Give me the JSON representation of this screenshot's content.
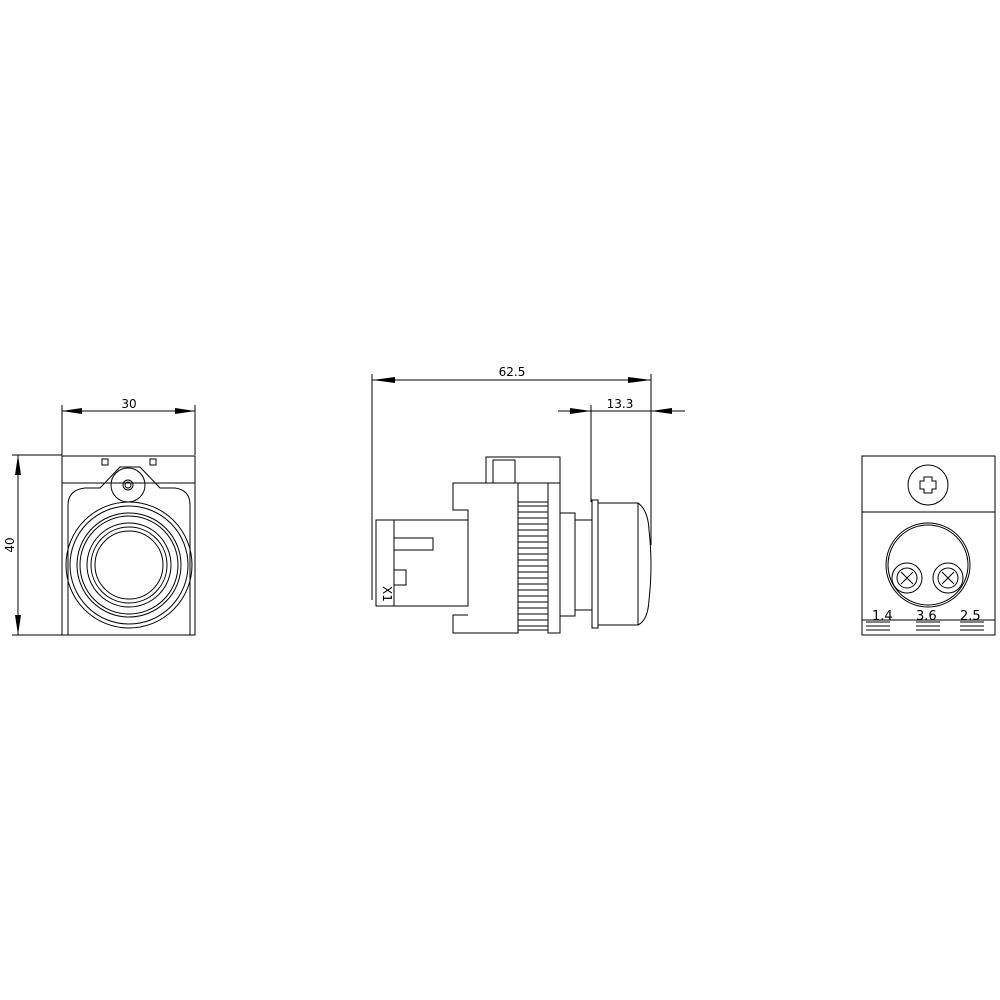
{
  "drawing": {
    "front_view": {
      "width_dim": "30",
      "height_dim": "40"
    },
    "side_view": {
      "length_dim": "62.5",
      "button_dim": "13.3",
      "marking": "X1"
    },
    "rear_view": {
      "terminals": [
        "1.4",
        "3.6",
        "2.5"
      ]
    },
    "line_color": "#000000",
    "background": "#ffffff"
  }
}
